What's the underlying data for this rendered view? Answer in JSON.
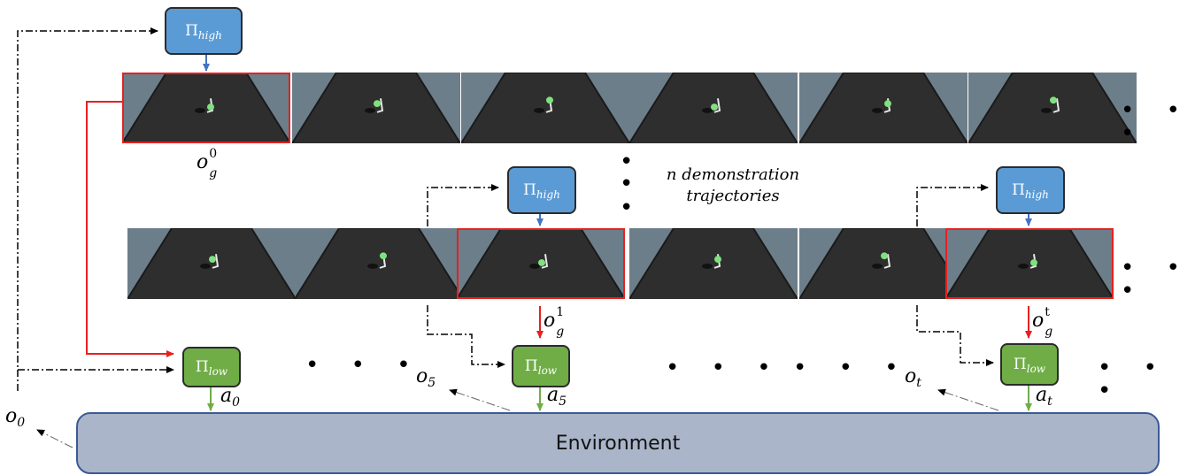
{
  "environment_label": "Environment",
  "policy": {
    "pi": "Π",
    "high_sub": "high",
    "low_sub": "low"
  },
  "labels": {
    "o0": {
      "base": "o",
      "sub": "0"
    },
    "o5": {
      "base": "o",
      "sub": "5"
    },
    "ot": {
      "base": "o",
      "sub": "t"
    },
    "a0": {
      "base": "a",
      "sub": "0"
    },
    "a5": {
      "base": "a",
      "sub": "5"
    },
    "at": {
      "base": "a",
      "sub": "t"
    },
    "og0": {
      "base": "o",
      "sup": "0",
      "sub": "g"
    },
    "og1": {
      "base": "o",
      "sup": "1",
      "sub": "g"
    },
    "ogt": {
      "base": "o",
      "sup": "t",
      "sub": "g"
    }
  },
  "demo_text": {
    "line1": "n demonstration",
    "line2": "trajectories"
  },
  "ellipsis": "• • •",
  "vdots": "•",
  "colors": {
    "high_box": "#5b9bd5",
    "low_box": "#70ad47",
    "goal_highlight": "#e8201f",
    "environment": "#aab5c9",
    "frame_bg": "#6c7e8a",
    "floor": "#2e2e2e"
  },
  "frames": {
    "top_row_count": 6,
    "bottom_row_count": 6,
    "highlighted_top": [
      0
    ],
    "highlighted_bottom": [
      2,
      5
    ]
  }
}
